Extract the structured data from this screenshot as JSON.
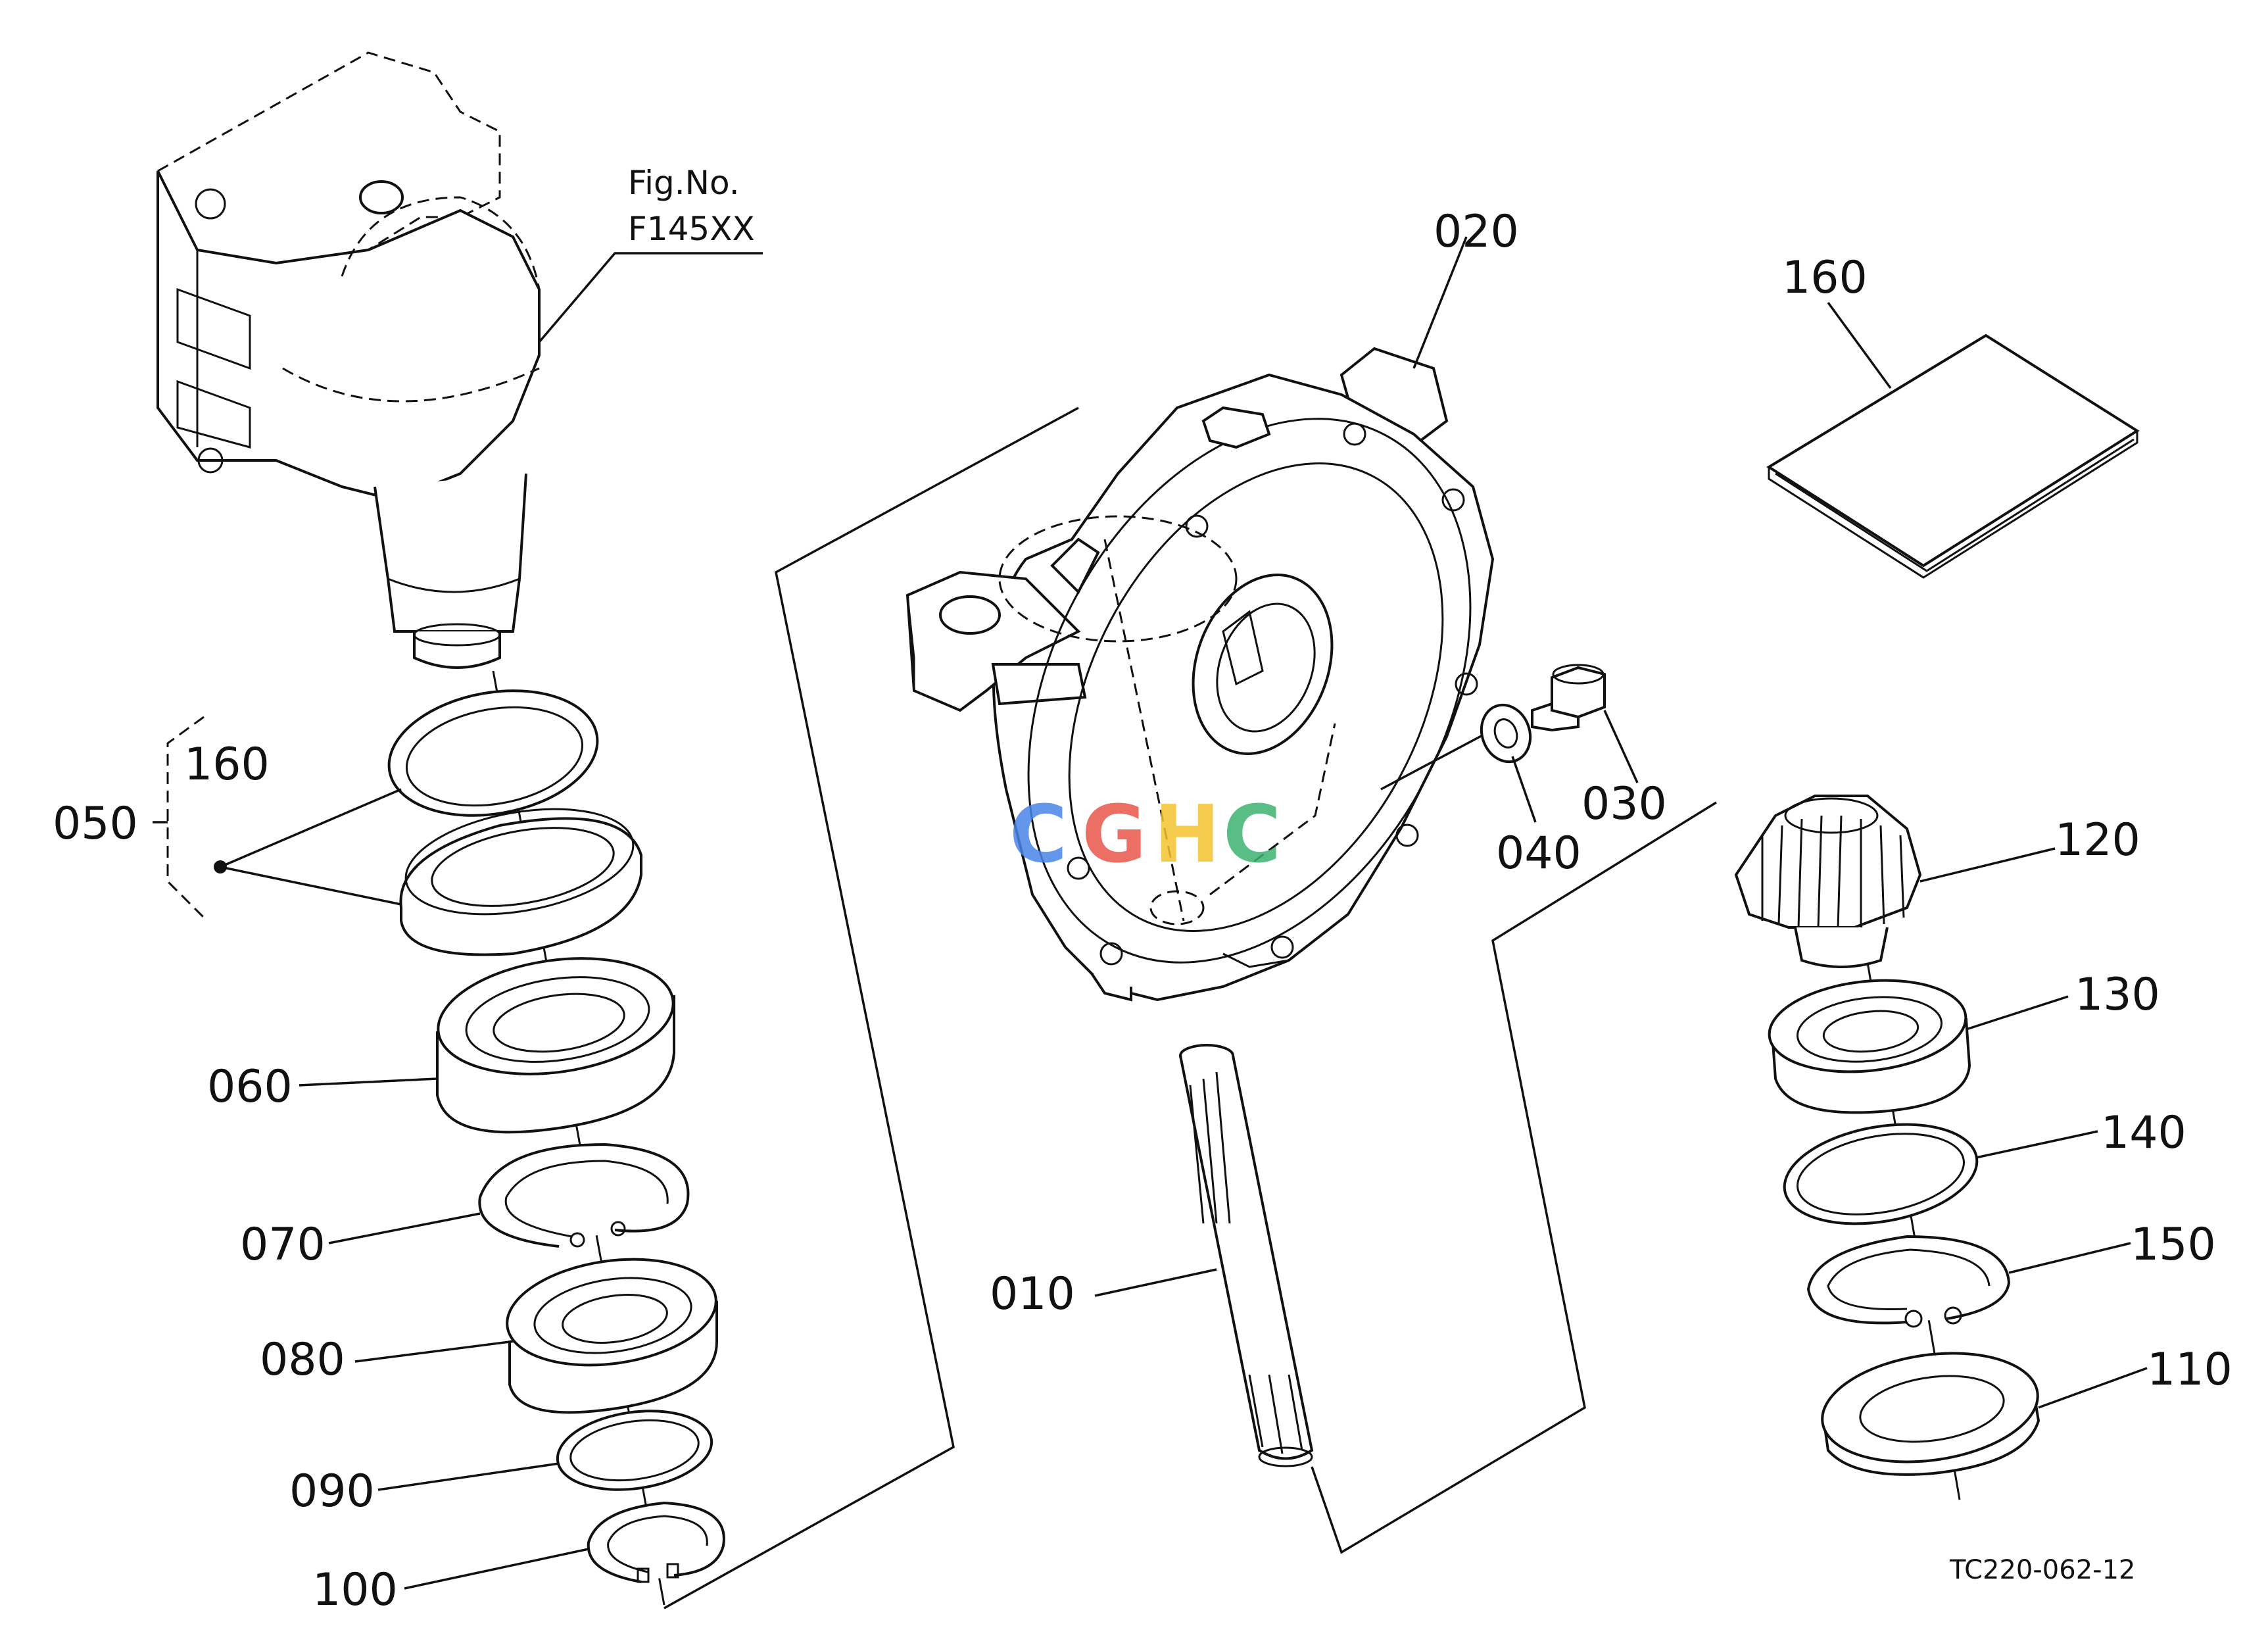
{
  "figure_reference": {
    "line1": "Fig.No.",
    "line2": "F145XX"
  },
  "part_numbers": {
    "p010": "010",
    "p020": "020",
    "p030": "030",
    "p040": "040",
    "p050": "050",
    "p060": "060",
    "p070": "070",
    "p080": "080",
    "p090": "090",
    "p100": "100",
    "p110": "110",
    "p120": "120",
    "p130": "130",
    "p140": "140",
    "p150": "150",
    "p160_set": "160",
    "p160_sheet": "160"
  },
  "drawing_code": "TC220-062-12",
  "watermark": {
    "letters": [
      "C",
      "G",
      "H",
      "C"
    ],
    "colors": [
      "#4a86e8",
      "#e8574a",
      "#f4c430",
      "#3cb371"
    ]
  },
  "colors": {
    "line": "#111111",
    "background": "#ffffff"
  }
}
